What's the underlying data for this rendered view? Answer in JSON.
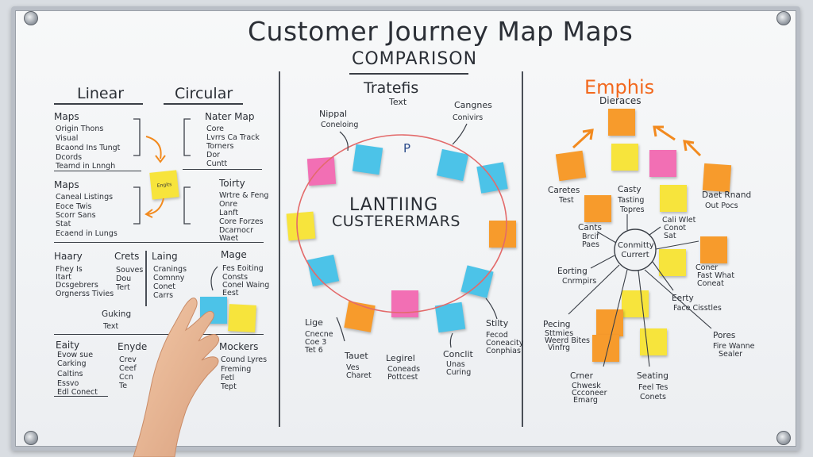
{
  "title": "Customer Journey Map Maps",
  "subtitle": "COMPARISON",
  "left": {
    "h_linear": "Linear",
    "h_circular": "Circular",
    "maps1": [
      "Maps",
      "Origin Thons",
      "Visual",
      "Bcaond Ins Tungt",
      "Dcords",
      "Teamd in Lnngh"
    ],
    "master": [
      "Nater Map",
      "Core",
      "Lvrrs Ca Track",
      "Torners",
      "Dor",
      "Cuntt"
    ],
    "yellow_note": "Engits",
    "maps2": [
      "Maps",
      "Caneal Listings",
      "Eoce Twis",
      "Scorr Sans",
      "Stat",
      "Ecaend in Lungs"
    ],
    "toirty": [
      "Toirty",
      "Wrtre & Feng",
      "Onre",
      "Lanft",
      "Core Forzes",
      "Dcarnocr",
      "Waet"
    ],
    "row3": {
      "haary": [
        "Haary",
        "Fhey Is",
        "Itart",
        "Dcsgebrers",
        "Orgnerss Tivies"
      ],
      "crets": [
        "Crets",
        "Souves",
        "Dou",
        "Tert"
      ],
      "laing": [
        "Laing",
        "Cranings",
        "Comnny",
        "Conet",
        "Carrs"
      ],
      "mage": [
        "Mage",
        "Fes Eoiting",
        "Consts",
        "Conel Waing",
        "Eest"
      ],
      "guking": [
        "Guking",
        "Text"
      ]
    },
    "row4": {
      "eaity": [
        "Eaity",
        "Evow sue",
        "Carking",
        "Caltins",
        "Essvo",
        "Edl Conect"
      ],
      "enyde": [
        "Enyde",
        "Crev",
        "Ceef",
        "Ccn",
        "Te"
      ],
      "mockers": [
        "Mockers",
        "Cound Lyres",
        "Freming",
        "Fetl",
        "Tept"
      ]
    }
  },
  "middle": {
    "heading": "Tratefis",
    "subheading": "Text",
    "center_top": "LANTIING",
    "center_bottom": "CUSTERERMARS",
    "labels": {
      "nippal": [
        "Nippal",
        "Coneloing"
      ],
      "cangnes": [
        "Cangnes",
        "Conivirs"
      ],
      "p": "P",
      "lige": [
        "Lige",
        "Cnecne",
        "Coe 3",
        "Tet 6"
      ],
      "tauet": [
        "Tauet",
        "Ves",
        "Charet"
      ],
      "legirel": [
        "Legirel",
        "Coneads",
        "Pottcest"
      ],
      "conclit": [
        "Conclit",
        "Unas",
        "Curing"
      ],
      "stilty": [
        "Stilty",
        "Fecod",
        "Coneacity",
        "Conphias"
      ]
    }
  },
  "right": {
    "heading": "Emphis",
    "subheading": "Dieraces",
    "center_node": "Conmitty Currert",
    "labels": {
      "caretes": [
        "Caretes",
        "Test"
      ],
      "casty": [
        "Casty",
        "Tasting",
        "Topres"
      ],
      "daet": [
        "Daet Rnand",
        "Out Pocs"
      ],
      "cants": [
        "Cants",
        "Brcif",
        "Paes"
      ],
      "cali": [
        "Cali Wlet",
        "Conot",
        "Sat"
      ],
      "eorting": [
        "Eorting",
        "Cnrmpirs"
      ],
      "cner_right": [
        "Coner",
        "Fast What",
        "Coneat"
      ],
      "eerty": [
        "Eerty",
        "Face Cisstles"
      ],
      "pecing": [
        "Pecing",
        "Sttmies",
        "Weerd Bites",
        "Vinfrg"
      ],
      "pores": [
        "Pores",
        "Fire Wanne",
        "Sealer"
      ],
      "crner": [
        "Crner",
        "Chwesk",
        "Ccconeer",
        "Emarg"
      ],
      "seating": [
        "Seating",
        "Feel Tes",
        "Conets"
      ]
    }
  },
  "colors": {
    "yellow": "#f7e43c",
    "orange": "#f79b2c",
    "pink": "#f26fb4",
    "blue": "#4cc3e8",
    "arrow_orange": "#f28a1e",
    "circle_red": "#e36a6a",
    "emphis_orange": "#f2681e"
  }
}
